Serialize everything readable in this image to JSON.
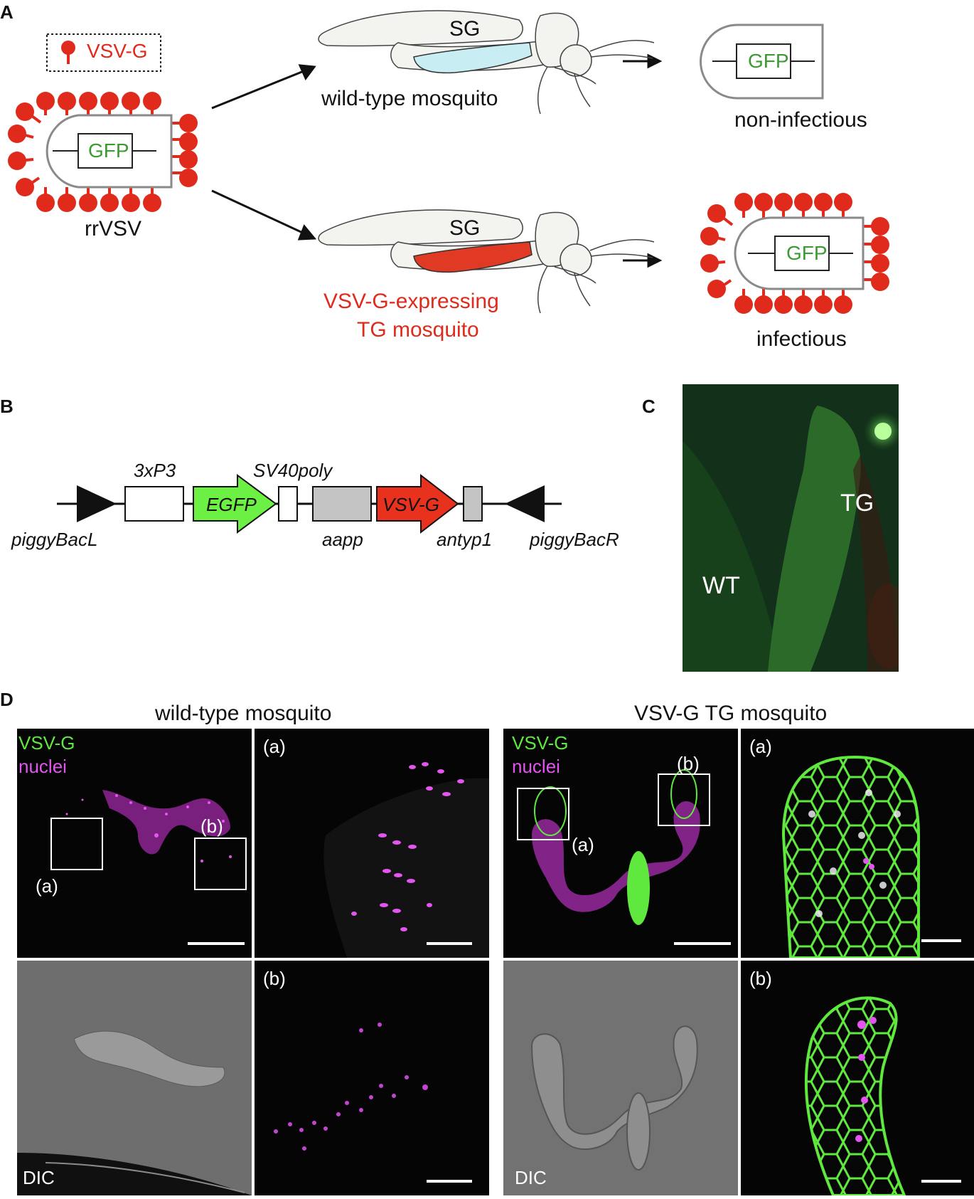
{
  "panels": {
    "a": "A",
    "b": "B",
    "c": "C",
    "d": "D"
  },
  "panelA": {
    "legend": "VSV-G",
    "virus_name": "rrVSV",
    "gene": "GFP",
    "sg": "SG",
    "wt_label": "wild-type mosquito",
    "tg_label_1": "VSV-G-expressing",
    "tg_label_2": "TG mosquito",
    "noninf": "non-infectious",
    "inf": "infectious",
    "colors": {
      "red": "#e02a1b",
      "green": "#3c9a32",
      "saliva_wt": "#c8eef3",
      "saliva_tg": "#e03a25"
    }
  },
  "panelB": {
    "p3": "3xP3",
    "sv40": "SV40poly",
    "egfp": "EGFP",
    "vsvg": "VSV-G",
    "pbl": "piggyBacL",
    "pbr": "piggyBacR",
    "aapp": "aapp",
    "antyp": "antyp1",
    "colors": {
      "egfp": "#6cf044",
      "vsvg": "#e8321e",
      "gray": "#c4c4c4"
    }
  },
  "panelC": {
    "tg": "TG",
    "wt": "WT"
  },
  "panelD": {
    "wt_title": "wild-type mosquito",
    "tg_title": "VSV-G TG mosquito",
    "vsvg": "VSV-G",
    "nuclei": "nuclei",
    "dic": "DIC",
    "sub_a": "(a)",
    "sub_b": "(b)",
    "colors": {
      "vsvg": "#5fe83e",
      "nuclei": "#e455f0"
    }
  }
}
